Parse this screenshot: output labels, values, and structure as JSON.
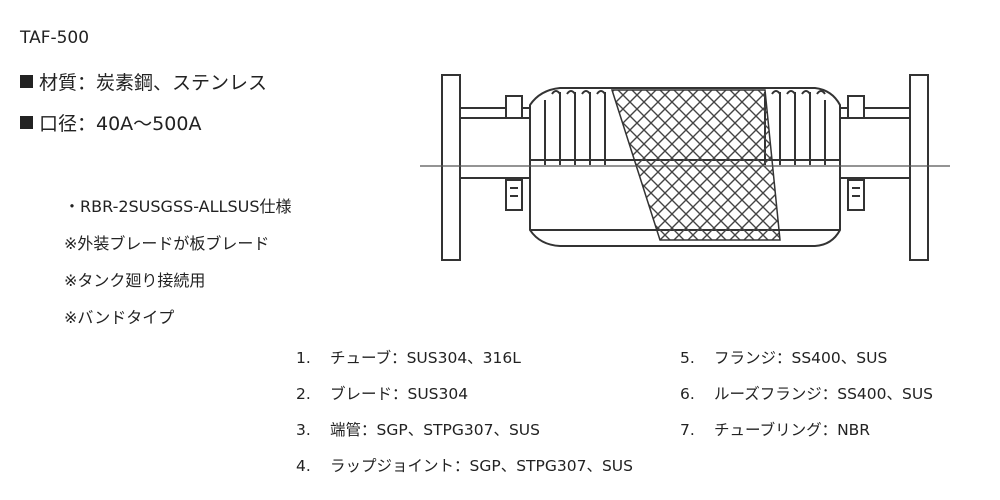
{
  "model": "TAF-500",
  "specs": {
    "material": "材質：炭素鋼、ステンレス",
    "size": "口径：40A～500A"
  },
  "notes": [
    "RBR-2SUSGSS-ALLSUS仕様",
    "※外装ブレードが板ブレード",
    "※タンク廻り接続用",
    "※バンドタイプ"
  ],
  "parts": [
    {
      "num": "1.",
      "text": "チューブ：SUS304、316L"
    },
    {
      "num": "2.",
      "text": "ブレード：SUS304"
    },
    {
      "num": "3.",
      "text": "端管：SGP、STPG307、SUS"
    },
    {
      "num": "4.",
      "text": "ラップジョイント：SGP、STPG307、SUS"
    },
    {
      "num": "5.",
      "text": "フランジ：SS400、SUS"
    },
    {
      "num": "6.",
      "text": "ルーズフランジ：SS400、SUS"
    },
    {
      "num": "7.",
      "text": "チューブリング：NBR"
    }
  ]
}
